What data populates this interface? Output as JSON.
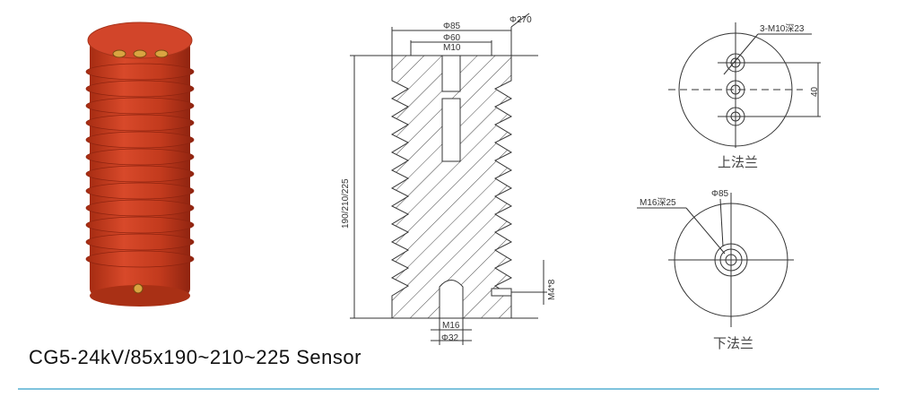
{
  "caption": "CG5-24kV/85x190~210~225 Sensor",
  "colors": {
    "insulator": "#c8391c",
    "insulator_dark": "#9e2a12",
    "brass": "#d9a441",
    "line": "#333333",
    "divider": "#7ec3dd"
  },
  "section_drawing": {
    "dim_outer": "Φ270",
    "dim_85": "Φ85",
    "dim_60": "Φ60",
    "thread_top": "M10",
    "height": "190/210/225",
    "side_thread": "M4*8",
    "thread_bottom": "M16",
    "dim_32": "Φ32"
  },
  "top_flange": {
    "callout": "3-M10深23",
    "spacing": "40",
    "label": "上法兰"
  },
  "bottom_flange": {
    "callout": "M16深25",
    "dim": "Φ85",
    "label": "下法兰"
  }
}
